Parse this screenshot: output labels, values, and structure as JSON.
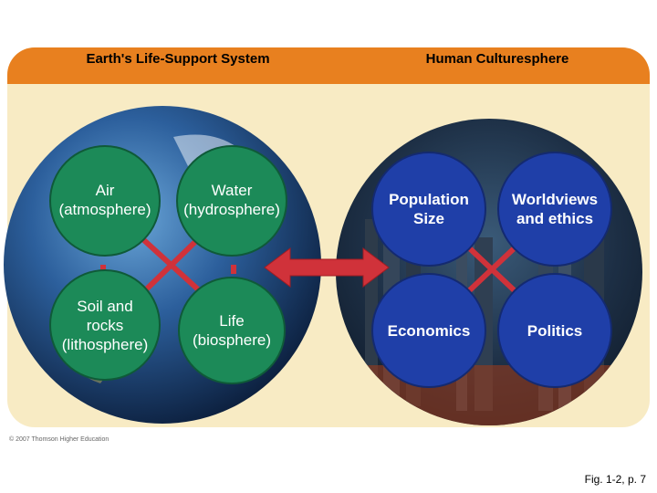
{
  "title": "ENVIRONMENTAL SCIENCE",
  "earth_heading": "Earth's Life-Support System",
  "culture_heading": "Human Culturesphere",
  "earth_nodes": {
    "air": [
      "Air",
      "(atmosphere)"
    ],
    "water": [
      "Water",
      "(hydrosphere)"
    ],
    "soil": [
      "Soil and",
      "rocks",
      "(lithosphere)"
    ],
    "life": [
      "Life",
      "(biosphere)"
    ]
  },
  "culture_nodes": {
    "population": [
      "Population",
      "Size"
    ],
    "worldviews": [
      "Worldviews",
      "and ethics"
    ],
    "economics": [
      "Economics"
    ],
    "politics": [
      "Politics"
    ]
  },
  "copyright": "© 2007 Thomson Higher Education",
  "figure_ref": "Fig. 1-2, p. 7",
  "colors": {
    "header": "#e8801f",
    "panel": "#f8ebc4",
    "earth_circle": "#1c8a58",
    "culture_circle": "#1f3fa8",
    "connector": "#d0323a"
  }
}
